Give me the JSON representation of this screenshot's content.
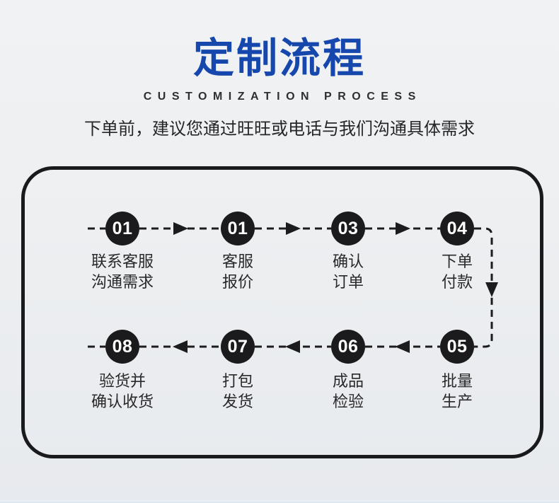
{
  "header": {
    "title": "定制流程",
    "subtitle": "CUSTOMIZATION PROCESS",
    "description": "下单前，建议您通过旺旺或电话与我们沟通具体需求"
  },
  "colors": {
    "title_blue": "#1547ad",
    "circle_black": "#1b1b1d",
    "line_black": "#1c1c1e",
    "background_gray": "#edeff1"
  },
  "flow": {
    "row1": [
      {
        "number": "01",
        "label_line1": "联系客服",
        "label_line2": "沟通需求"
      },
      {
        "number": "01",
        "label_line1": "客服",
        "label_line2": "报价"
      },
      {
        "number": "03",
        "label_line1": "确认",
        "label_line2": "订单"
      },
      {
        "number": "04",
        "label_line1": "下单",
        "label_line2": "付款"
      }
    ],
    "row2": [
      {
        "number": "08",
        "label_line1": "验货并",
        "label_line2": "确认收货"
      },
      {
        "number": "07",
        "label_line1": "打包",
        "label_line2": "发货"
      },
      {
        "number": "06",
        "label_line1": "成品",
        "label_line2": "检验"
      },
      {
        "number": "05",
        "label_line1": "批量",
        "label_line2": "生产"
      }
    ]
  }
}
